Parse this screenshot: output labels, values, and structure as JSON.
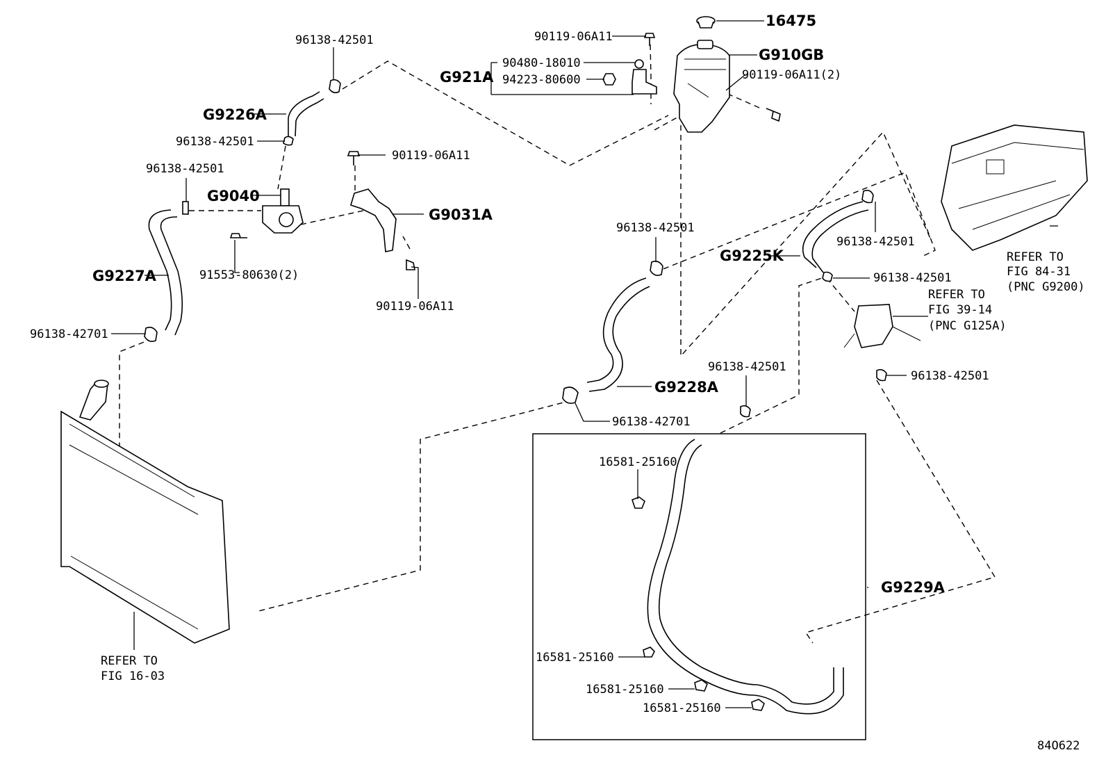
{
  "labels": {
    "p16475": "16475",
    "g910gb": "G910GB",
    "bolt_top": "90119-06A11",
    "bolt_top_2": "90119-06A11(2)",
    "g921a": "G921A",
    "p90480": "90480-18010",
    "p94223": "94223-80600",
    "clamp_a1": "96138-42501",
    "g9226a": "G9226A",
    "clamp_a2": "96138-42501",
    "bolt_mid": "90119-06A11",
    "clamp_a3": "96138-42501",
    "g9040": "G9040",
    "g9031a": "G9031A",
    "bolt_pump": "91553-80630(2)",
    "g9227a": "G9227A",
    "bolt_low": "90119-06A11",
    "clamp_c1": "96138-42701",
    "clamp_b1": "96138-42501",
    "g9225k": "G9225K",
    "clamp_b2": "96138-42501",
    "clamp_b3": "96138-42501",
    "clamp_b4": "96138-42501",
    "g9228a": "G9228A",
    "clamp_c2": "96138-42701",
    "clamp_b5": "96138-42501",
    "clip_1": "16581-25160",
    "g9229a": "G9229A",
    "clip_2": "16581-25160",
    "clip_3": "16581-25160",
    "clip_4": "16581-25160",
    "diagram_code": "84O622"
  },
  "refs": {
    "radiator_l1": "REFER TO",
    "radiator_l2": "FIG 16-03",
    "inverter_l1": "REFER TO",
    "inverter_l2": "FIG 84-31",
    "inverter_l3": "(PNC G9200)",
    "valve_l1": "REFER TO",
    "valve_l2": "FIG 39-14",
    "valve_l3": "(PNC G125A)"
  }
}
